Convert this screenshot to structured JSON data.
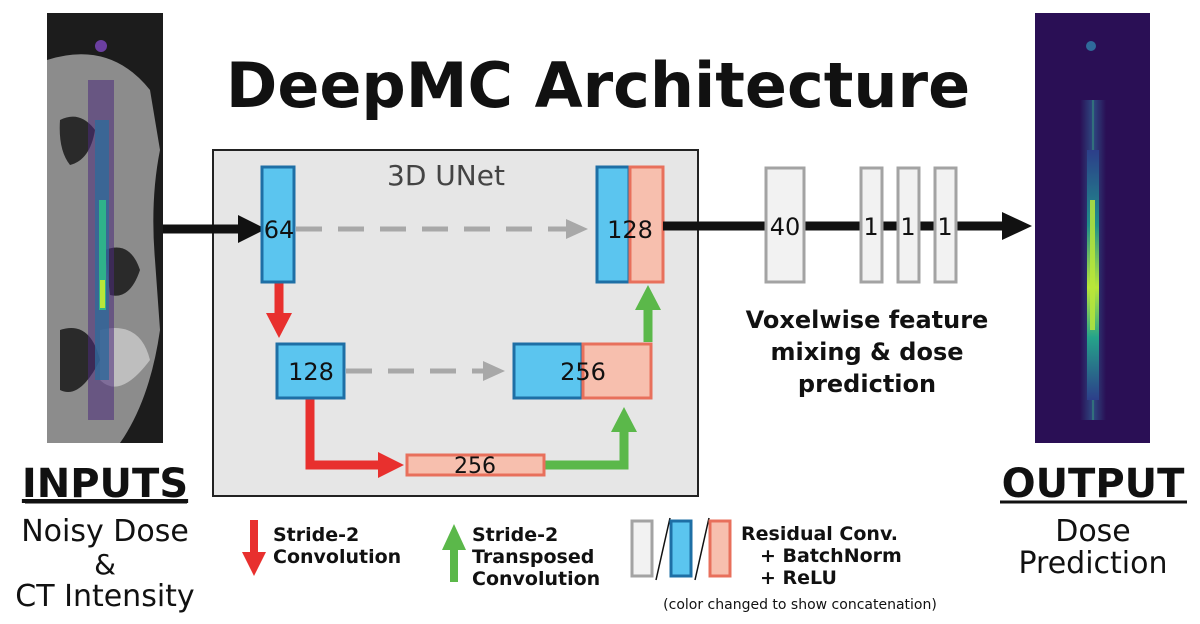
{
  "title": "DeepMC Architecture",
  "unet_label": "3D UNet",
  "inputs": {
    "heading": "INPUTS",
    "line1": "Noisy Dose",
    "line2": "&",
    "line3": "CT Intensity"
  },
  "output": {
    "heading": "OUTPUT",
    "line1": "Dose",
    "line2": "Prediction"
  },
  "unet_blocks": {
    "enc1": "64",
    "dec1": "128",
    "enc2": "128",
    "dec2": "256",
    "bottleneck": "256"
  },
  "head_layers": {
    "layer1": "40",
    "layer2": "1",
    "layer3": "1",
    "layer4": "1"
  },
  "head_caption": {
    "line1": "Voxelwise feature",
    "line2": "mixing & dose",
    "line3": "prediction"
  },
  "legend": {
    "down": {
      "line1": "Stride-2",
      "line2": "Convolution"
    },
    "up": {
      "line1": "Stride-2",
      "line2": "Transposed",
      "line3": "Convolution"
    },
    "residual": {
      "line1": "Residual Conv.",
      "line2": "+ BatchNorm",
      "line3": "+ ReLU"
    },
    "note": "(color changed to show concatenation)"
  },
  "colors": {
    "block_blue": "#5bc5ef",
    "block_blue_border": "#1e6fa5",
    "block_salmon": "#f7bfae",
    "block_salmon_border": "#e8705c",
    "down_arrow": "#e8302e",
    "up_arrow": "#5bb84a",
    "skip_dashed": "#a8a8a8",
    "head_border": "#a3a3a3",
    "unet_bg": "#e6e6e6",
    "dose_bg": "#2a0f55"
  }
}
